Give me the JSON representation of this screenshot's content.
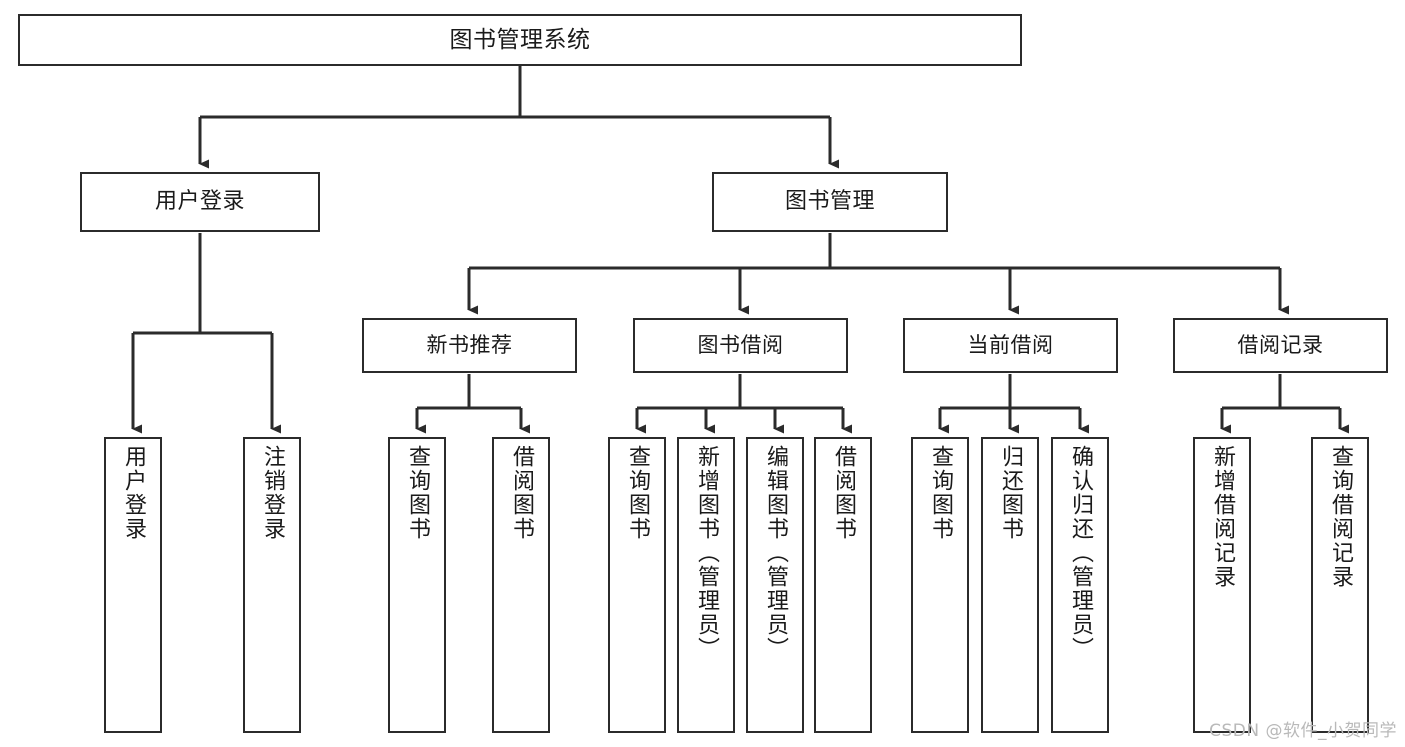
{
  "diagram": {
    "title": "图书管理系统",
    "type": "tree-hierarchy",
    "watermark": "CSDN @软件_小贺同学",
    "colors": {
      "box_border": "#2b2b2b",
      "box_fill": "#ffffff",
      "connector": "#2b2b2b",
      "text": "#1a1a1a",
      "watermark": "#b9b9b9",
      "background": "#ffffff"
    },
    "root": {
      "label": "图书管理系统"
    },
    "level2": [
      {
        "label": "用户登录"
      },
      {
        "label": "图书管理"
      }
    ],
    "level3": [
      {
        "label": "新书推荐"
      },
      {
        "label": "图书借阅"
      },
      {
        "label": "当前借阅"
      },
      {
        "label": "借阅记录"
      }
    ],
    "leaves": {
      "user_login": [
        {
          "label": "用户登录"
        },
        {
          "label": "注销登录"
        }
      ],
      "new_book_recommend": [
        {
          "label": "查询图书"
        },
        {
          "label": "借阅图书"
        }
      ],
      "book_borrow": [
        {
          "label": "查询图书"
        },
        {
          "label": "新增图书（管理员）"
        },
        {
          "label": "编辑图书（管理员）"
        },
        {
          "label": "借阅图书"
        }
      ],
      "current_borrow": [
        {
          "label": "查询图书"
        },
        {
          "label": "归还图书"
        },
        {
          "label": "确认归还（管理员）"
        }
      ],
      "borrow_records": [
        {
          "label": "新增借阅记录"
        },
        {
          "label": "查询借阅记录"
        }
      ]
    }
  }
}
